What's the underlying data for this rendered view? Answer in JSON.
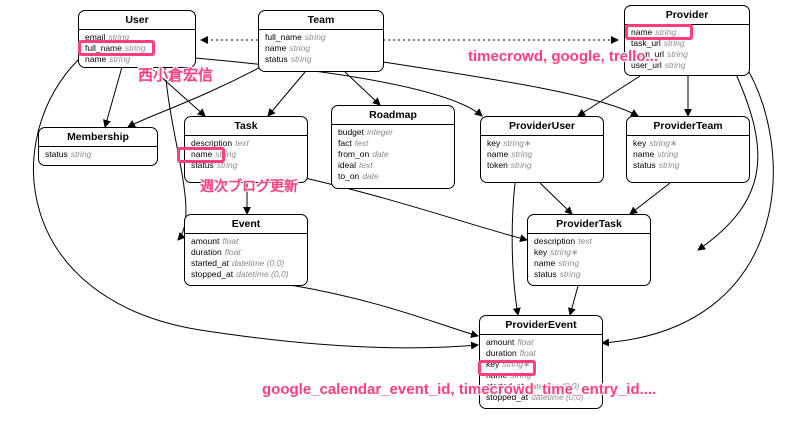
{
  "entities": {
    "user": {
      "title": "User",
      "attrs": [
        {
          "name": "email",
          "type": "string"
        },
        {
          "name": "full_name",
          "type": "string"
        },
        {
          "name": "name",
          "type": "string"
        }
      ]
    },
    "team": {
      "title": "Team",
      "attrs": [
        {
          "name": "full_name",
          "type": "string"
        },
        {
          "name": "name",
          "type": "string"
        },
        {
          "name": "status",
          "type": "string"
        }
      ]
    },
    "provider": {
      "title": "Provider",
      "attrs": [
        {
          "name": "name",
          "type": "string"
        },
        {
          "name": "task_url",
          "type": "string"
        },
        {
          "name": "team_url",
          "type": "string"
        },
        {
          "name": "user_url",
          "type": "string"
        }
      ]
    },
    "membership": {
      "title": "Membership",
      "attrs": [
        {
          "name": "status",
          "type": "string"
        }
      ]
    },
    "task": {
      "title": "Task",
      "attrs": [
        {
          "name": "description",
          "type": "text"
        },
        {
          "name": "name",
          "type": "string"
        },
        {
          "name": "status",
          "type": "string"
        }
      ]
    },
    "roadmap": {
      "title": "Roadmap",
      "attrs": [
        {
          "name": "budget",
          "type": "integer"
        },
        {
          "name": "fact",
          "type": "text"
        },
        {
          "name": "from_on",
          "type": "date"
        },
        {
          "name": "ideal",
          "type": "text"
        },
        {
          "name": "to_on",
          "type": "date"
        }
      ]
    },
    "provider_user": {
      "title": "ProviderUser",
      "attrs": [
        {
          "name": "key",
          "type": "string",
          "mark": "∗"
        },
        {
          "name": "name",
          "type": "string"
        },
        {
          "name": "token",
          "type": "string"
        }
      ]
    },
    "provider_team": {
      "title": "ProviderTeam",
      "attrs": [
        {
          "name": "key",
          "type": "string",
          "mark": "∗"
        },
        {
          "name": "name",
          "type": "string"
        },
        {
          "name": "status",
          "type": "string"
        }
      ]
    },
    "event": {
      "title": "Event",
      "attrs": [
        {
          "name": "amount",
          "type": "float"
        },
        {
          "name": "duration",
          "type": "float"
        },
        {
          "name": "started_at",
          "type": "datetime (0,0)"
        },
        {
          "name": "stopped_at",
          "type": "datetime (0,0)"
        }
      ]
    },
    "provider_task": {
      "title": "ProviderTask",
      "attrs": [
        {
          "name": "description",
          "type": "text"
        },
        {
          "name": "key",
          "type": "string",
          "mark": "∗"
        },
        {
          "name": "name",
          "type": "string"
        },
        {
          "name": "status",
          "type": "string"
        }
      ]
    },
    "provider_event": {
      "title": "ProviderEvent",
      "attrs": [
        {
          "name": "amount",
          "type": "float"
        },
        {
          "name": "duration",
          "type": "float"
        },
        {
          "name": "key",
          "type": "string",
          "mark": "∗"
        },
        {
          "name": "name",
          "type": "string"
        },
        {
          "name": "started_at",
          "type": "datetime (0,0)"
        },
        {
          "name": "stopped_at",
          "type": "datetime (0,0)"
        }
      ]
    }
  },
  "annotations": {
    "user_full_name": "西小倉宏信",
    "provider_name": "timecrowd, google, trello...",
    "task_name": "週次ブログ更新",
    "provider_event_key": "google_calendar_event_id, timecrowd_time_entry_id...."
  },
  "colors": {
    "highlight": "#ff3d7f",
    "line": "#000000",
    "type_text": "#8a8a8a"
  }
}
